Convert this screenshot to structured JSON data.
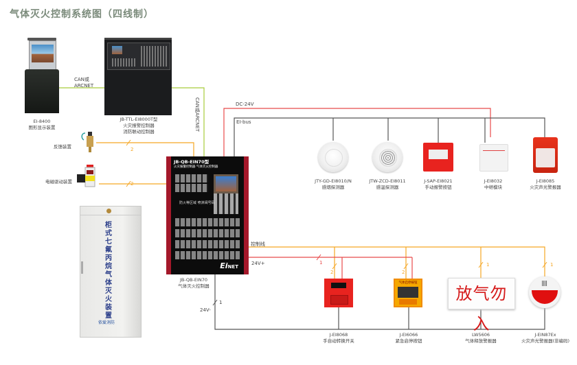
{
  "title": "气体灭火控制系统图（四线制）",
  "colors": {
    "can_line": "#a8cc3a",
    "dc24_line": "#e84a4a",
    "bus_line": "#555555",
    "control_line": "#f5a623",
    "title": "#7a8a7a",
    "controller_red": "#a4182a"
  },
  "devices": {
    "graphic_display": {
      "model": "EI-8400",
      "name": "图形显示装置"
    },
    "fire_panel": {
      "model": "JB-TTL-EI8000T型",
      "name1": "火灾报警控制器",
      "name2": "消防联动控制器"
    },
    "gas_controller": {
      "model": "JB-QB-EIN70",
      "name": "气体灭火控制器",
      "panel_header1": "JB-QB-EIN70型",
      "panel_header2": "火灾报警控制器 气体灭火控制器",
      "logo_e": "Ei",
      "logo_net": "NET",
      "panel_status": "防火等区域  喷淋阀号码"
    },
    "feedback": {
      "name": "反馈装置"
    },
    "solenoid": {
      "name": "电磁驱动装置"
    },
    "cabinet": {
      "text": "柜式七氟丙烷气体灭火装置",
      "brand": "依爱消防"
    },
    "smoke_detector": {
      "model": "JTY-GD-EI8010/N",
      "name": "感烟探测器"
    },
    "heat_detector": {
      "model": "JTW-ZCD-EI8011",
      "name": "感温探测器"
    },
    "manual_call_point": {
      "model": "J-SAP-EI8021",
      "name": "手动报警按钮"
    },
    "relay_module": {
      "model": "J-EI8032",
      "name": "中继模块"
    },
    "strobe_alarm": {
      "model": "J-EI8085",
      "name": "火灾声光警报器"
    },
    "auto_manual_switch": {
      "model": "J-EI8068",
      "name": "手自动转换开关"
    },
    "emergency_button": {
      "model": "J-EI6066",
      "name": "紧急启停按钮",
      "face_text": "气体启停按钮"
    },
    "release_sign": {
      "model": "LW5606",
      "name": "气体释放警报器",
      "sign_text": "放气勿入"
    },
    "ex_siren": {
      "model": "J-EIN87Ex",
      "name": "火灾声光警报器(非编码)"
    }
  },
  "wires": {
    "can1": "CAN或\nARCNET",
    "can1_line1": "CAN或",
    "can1_line2": "ARCNET",
    "can2": "CAN或ARCNET",
    "dc24": "DC-24V",
    "eibus": "EI-bus",
    "control": "控制线",
    "v24plus": "24V+",
    "v24minus": "24V-"
  },
  "counts": {
    "feedback": "2",
    "solenoid": "2",
    "v24plus": "1",
    "v24minus": "1",
    "switch_ctrl": "2",
    "button_ctrl": "2",
    "sign_ctrl": "1",
    "siren_ctrl": "1"
  }
}
